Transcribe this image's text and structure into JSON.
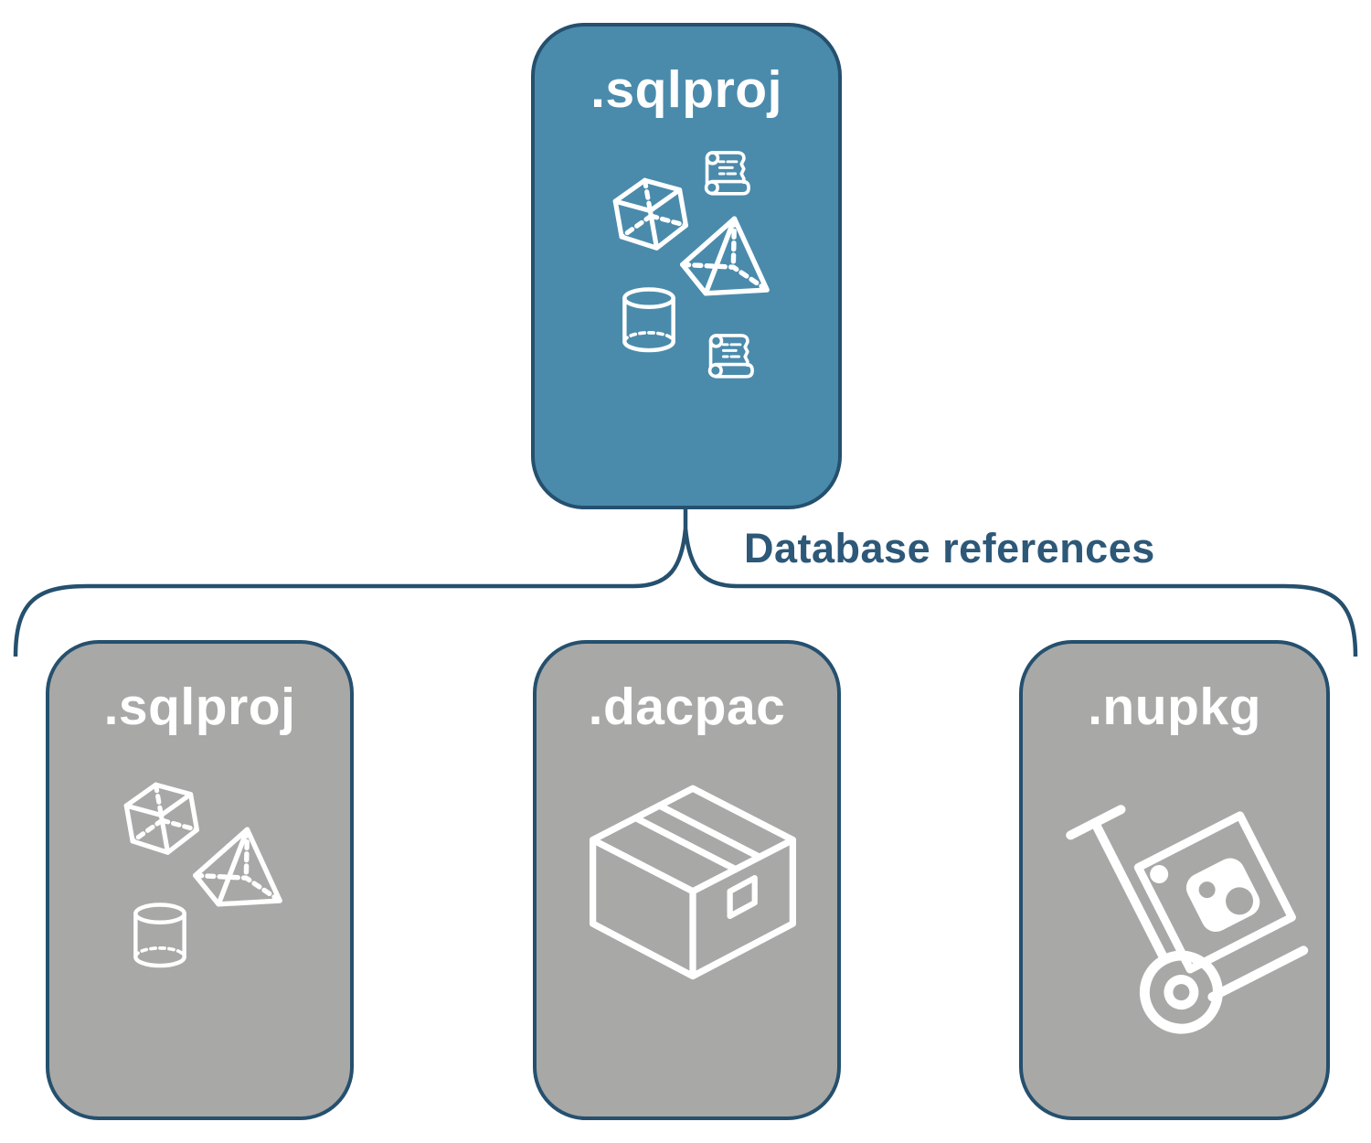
{
  "colors": {
    "root_fill": "#4a8bac",
    "child_fill": "#a8a8a6",
    "outline": "#25506e",
    "label_text": "#2d5878",
    "icon_stroke": "#ffffff"
  },
  "root_card": {
    "label": ".sqlproj",
    "icons": [
      "cube",
      "scroll",
      "pyramid",
      "cylinder",
      "scroll"
    ]
  },
  "connector": {
    "label": "Database references"
  },
  "child_cards": [
    {
      "label": ".sqlproj",
      "icons": [
        "cube",
        "pyramid",
        "cylinder"
      ]
    },
    {
      "label": ".dacpac",
      "icons": [
        "package-box"
      ]
    },
    {
      "label": ".nupkg",
      "icons": [
        "hand-truck-with-nuget-package"
      ]
    }
  ]
}
